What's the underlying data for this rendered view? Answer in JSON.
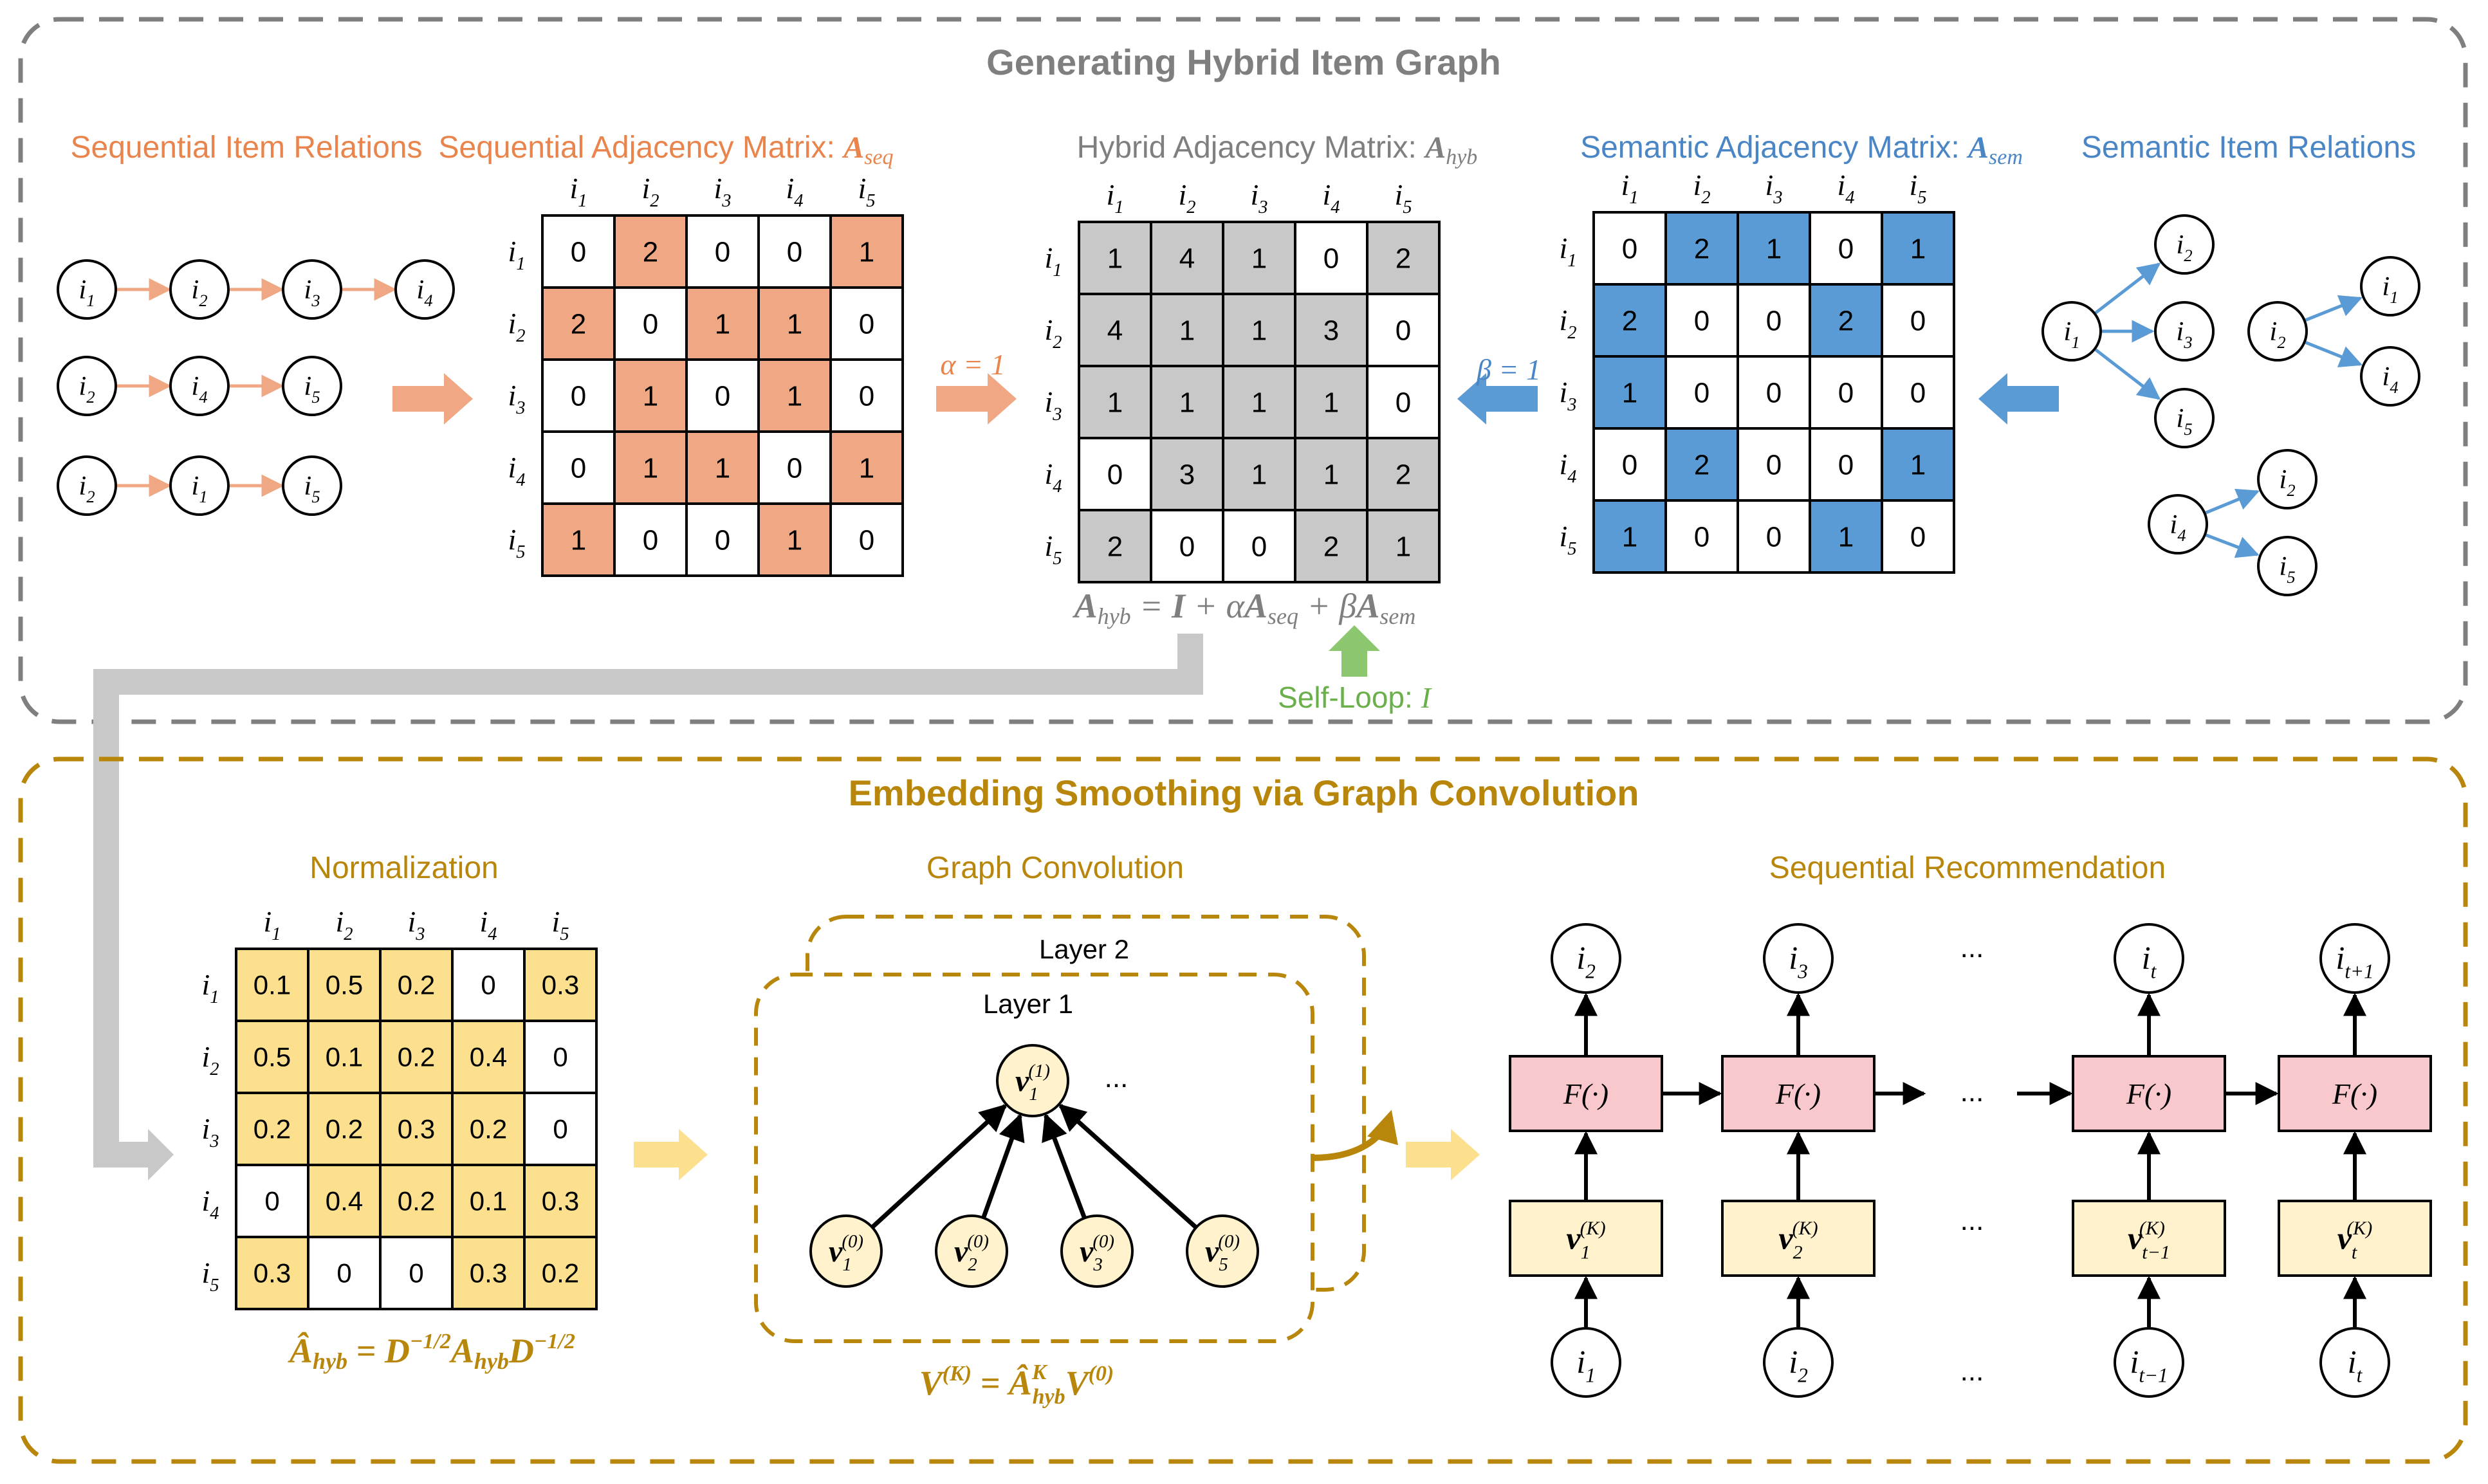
{
  "colors": {
    "orange": "#F0A884",
    "orange_text": "#E8844C",
    "gray_fill": "#C8C8C8",
    "gray_text": "#7F7F7F",
    "blue_fill": "#5B9BD5",
    "blue_text": "#4A86C5",
    "yellow_fill": "#FCE08E",
    "gold_text": "#B8860B",
    "green": "#8CC66E",
    "pink_fill": "#F8C8CC",
    "cream_fill": "#FFF2CC",
    "cream_node": "#FFF2CC"
  },
  "top": {
    "title": "Generating Hybrid Item Graph",
    "seq_relations_title": "Sequential Item Relations",
    "seq_matrix_title": "Sequential Adjacency Matrix:",
    "seq_matrix_symbol": "A",
    "seq_matrix_sub": "seq",
    "hyb_matrix_title": "Hybrid Adjacency Matrix:",
    "hyb_matrix_symbol": "A",
    "hyb_matrix_sub": "hyb",
    "sem_matrix_title": "Semantic Adjacency Matrix:",
    "sem_matrix_symbol": "A",
    "sem_matrix_sub": "sem",
    "sem_relations_title": "Semantic Item Relations",
    "alpha_label": "α = 1",
    "beta_label": "β = 1",
    "hyb_formula": "A_hyb = I + αA_seq + βA_sem",
    "self_loop": "Self-Loop: I"
  },
  "bottom": {
    "title": "Embedding Smoothing via Graph Convolution",
    "norm_title": "Normalization",
    "gc_title": "Graph Convolution",
    "rec_title": "Sequential Recommendation",
    "norm_formula": "Â_hyb = D^−1/2 A_hyb D^−1/2",
    "gc_formula": "V^(K) = Â^K_hyb V^(0)",
    "layer1": "Layer 1",
    "layer2": "Layer 2",
    "ellipsis": "...",
    "f_label": "F(·)"
  },
  "matrix_labels": [
    "i1",
    "i2",
    "i3",
    "i4",
    "i5"
  ],
  "seq_matrix": [
    [
      0,
      2,
      0,
      0,
      1
    ],
    [
      2,
      0,
      1,
      1,
      0
    ],
    [
      0,
      1,
      0,
      1,
      0
    ],
    [
      0,
      1,
      1,
      0,
      1
    ],
    [
      1,
      0,
      0,
      1,
      0
    ]
  ],
  "hyb_matrix": [
    [
      1,
      4,
      1,
      0,
      2
    ],
    [
      4,
      1,
      1,
      3,
      0
    ],
    [
      1,
      1,
      1,
      1,
      0
    ],
    [
      0,
      3,
      1,
      1,
      2
    ],
    [
      2,
      0,
      0,
      2,
      1
    ]
  ],
  "sem_matrix": [
    [
      0,
      2,
      1,
      0,
      1
    ],
    [
      2,
      0,
      0,
      2,
      0
    ],
    [
      1,
      0,
      0,
      0,
      0
    ],
    [
      0,
      2,
      0,
      0,
      1
    ],
    [
      1,
      0,
      0,
      1,
      0
    ]
  ],
  "norm_matrix": [
    [
      "0.1",
      "0.5",
      "0.2",
      "0",
      "0.3"
    ],
    [
      "0.5",
      "0.1",
      "0.2",
      "0.4",
      "0"
    ],
    [
      "0.2",
      "0.2",
      "0.3",
      "0.2",
      "0"
    ],
    [
      "0",
      "0.4",
      "0.2",
      "0.1",
      "0.3"
    ],
    [
      "0.3",
      "0",
      "0",
      "0.3",
      "0.2"
    ]
  ],
  "seq_chains": [
    [
      "i1",
      "i2",
      "i3",
      "i4"
    ],
    [
      "i2",
      "i4",
      "i5"
    ],
    [
      "i2",
      "i1",
      "i5"
    ]
  ],
  "sem_relations": [
    {
      "from": "i1",
      "to": [
        "i2",
        "i3",
        "i5"
      ]
    },
    {
      "from": "i2",
      "to": [
        "i1",
        "i4"
      ]
    },
    {
      "from": "i4",
      "to": [
        "i2",
        "i5"
      ]
    }
  ],
  "gc_nodes": {
    "top": "v1(1)",
    "bottom": [
      "v1(0)",
      "v2(0)",
      "v3(0)",
      "v5(0)"
    ]
  },
  "rec_columns": [
    {
      "out": "i2",
      "emb": "v1(K)",
      "in": "i1"
    },
    {
      "out": "i3",
      "emb": "v2(K)",
      "in": "i2"
    },
    {
      "out": "it",
      "emb": "v(t−1)(K)",
      "in": "i(t−1)"
    },
    {
      "out": "i(t+1)",
      "emb": "vt(K)",
      "in": "it"
    }
  ]
}
